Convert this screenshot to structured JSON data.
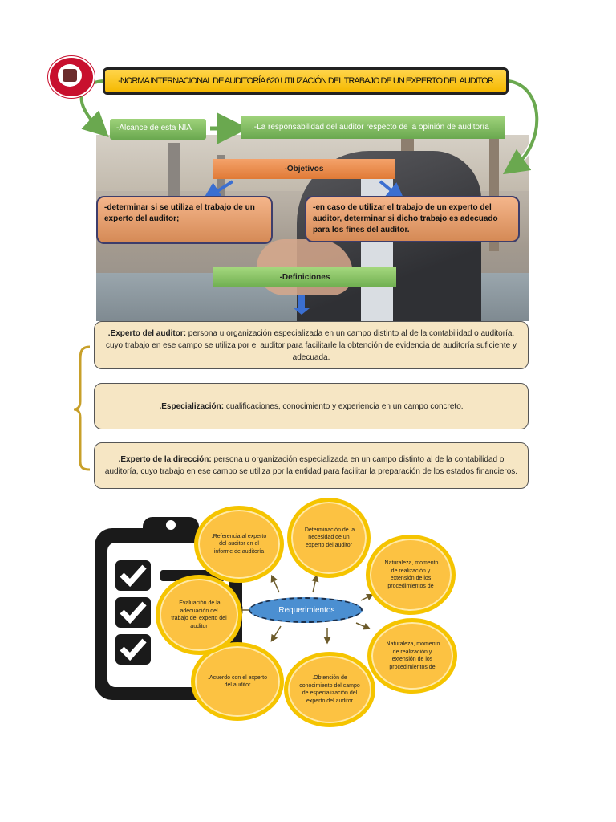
{
  "title": "-NORMA INTERNACIONAL DE AUDITORÍA 620 UTILIZACIÓN DEL TRABAJO DE UN EXPERTO DEL AUDITOR",
  "logo": {
    "icon": "university-seal-icon"
  },
  "alcance": "-Alcance de esta NIA",
  "responsabilidad": ".-La responsabilidad del auditor respecto de la opinión de auditoría",
  "objetivos": {
    "label": "-Objetivos",
    "items": [
      "-determinar si se utiliza el trabajo de un experto del auditor;",
      "-en caso de utilizar el trabajo de un experto del auditor, determinar si dicho trabajo es adecuado para los fines del auditor."
    ]
  },
  "definiciones": {
    "label": "-Definiciones",
    "items": [
      {
        "term": ".Experto del auditor:",
        "text": " persona u organización especializada en un campo distinto al de la contabilidad o auditoría, cuyo trabajo en ese campo se utiliza por el auditor para facilitarle la obtención de evidencia de auditoría suficiente y adecuada."
      },
      {
        "term": ".Especialización:",
        "text": " cualificaciones, conocimiento y experiencia en un campo concreto."
      },
      {
        "term": ".Experto de la dirección:",
        "text": " persona u organización especializada en un campo distinto al de la contabilidad o auditoría, cuyo trabajo en ese campo se utiliza por la entidad para facilitar la preparación de los estados financieros."
      }
    ]
  },
  "requerimientos": {
    "center": ".Requerimientos",
    "items": [
      ".Referencia al experto del auditor en el informe de auditoría",
      ".Determinación de la necesidad de un experto del auditor",
      ".Naturaleza, momento de realización y extensión de los procedimientos de",
      ".Naturaleza, momento de realización y extensión de los procedimientos de",
      ".Obtención de conocimiento del campo de especialización del experto del auditor",
      ".Acuerdo con el experto del auditor",
      ".Evaluación de la adecuación del trabajo del experto del auditor"
    ]
  },
  "colors": {
    "title": "#f5b800",
    "green": "#6aa84f",
    "orange": "#e07a36",
    "definition": "#f6e6c4",
    "circle": "#fcc242",
    "center": "#4b8fd1",
    "bracket": "#c8a02a"
  }
}
